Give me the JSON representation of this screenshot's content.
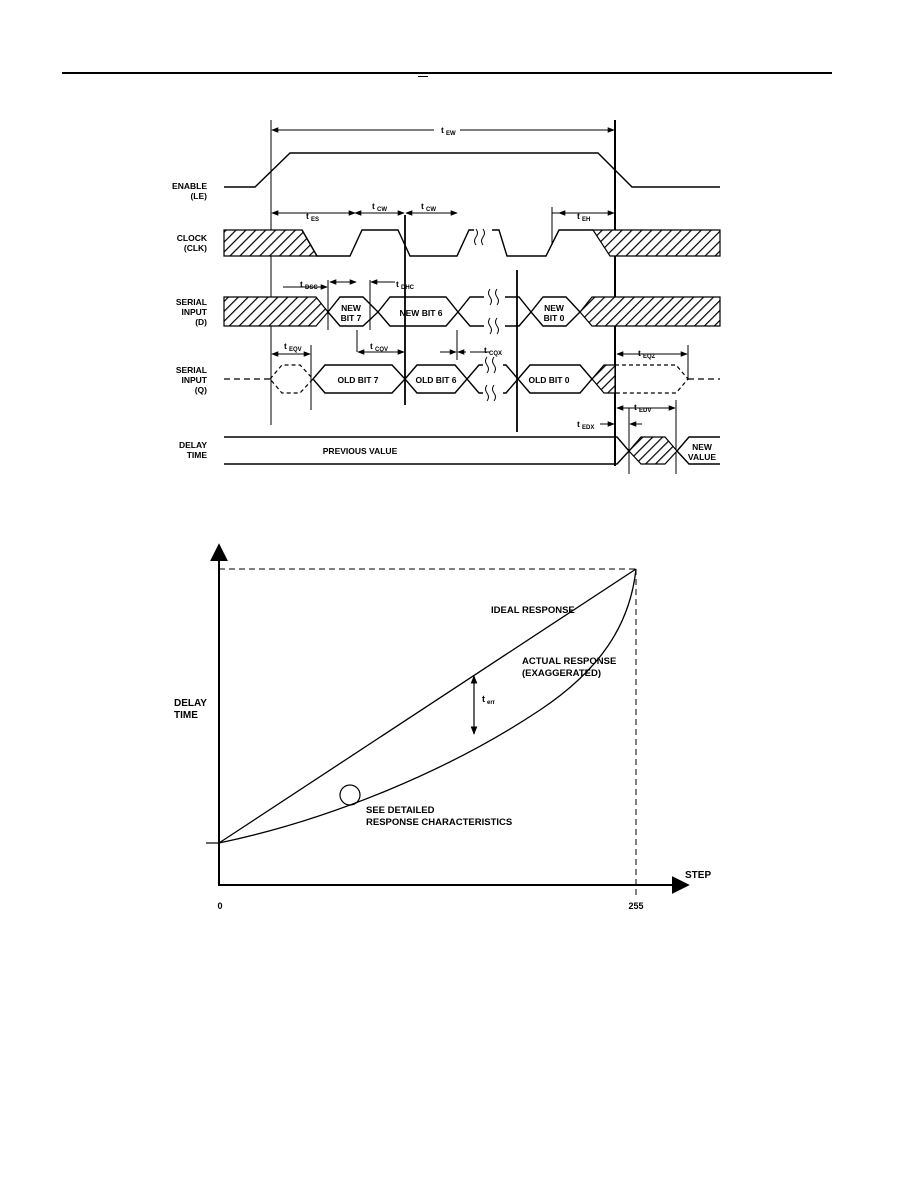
{
  "timing": {
    "signals": {
      "enable": [
        "ENABLE",
        "(LE)"
      ],
      "clock": [
        "CLOCK",
        "(CLK)"
      ],
      "serial_d": [
        "SERIAL",
        "INPUT",
        "(D)"
      ],
      "serial_q": [
        "SERIAL",
        "INPUT",
        "(Q)"
      ],
      "delay": [
        "DELAY",
        "TIME"
      ]
    },
    "params": {
      "tew": [
        "t",
        "EW"
      ],
      "tes": [
        "t",
        "ES"
      ],
      "tcw1": [
        "t",
        "CW"
      ],
      "tcw2": [
        "t",
        "CW"
      ],
      "teh": [
        "t",
        "EH"
      ],
      "tdsc": [
        "t",
        "DSC"
      ],
      "tdhc": [
        "t",
        "DHC"
      ],
      "tcqv": [
        "t",
        "CQV"
      ],
      "tcqx": [
        "t",
        "CQX"
      ],
      "teqv": [
        "t",
        "EQV"
      ],
      "teqz": [
        "t",
        "EQZ"
      ],
      "tedv": [
        "t",
        "EDV"
      ],
      "tedx": [
        "t",
        "EDX"
      ]
    },
    "cells": {
      "new_bit_7": [
        "NEW",
        "BIT 7"
      ],
      "new_bit_6": "NEW BIT 6",
      "new_bit_0": [
        "NEW",
        "BIT 0"
      ],
      "old_bit_7": "OLD BIT 7",
      "old_bit_6": "OLD BIT 6",
      "old_bit_0": "OLD BIT 0",
      "previous_value": "PREVIOUS VALUE",
      "new_value": [
        "NEW",
        "VALUE"
      ]
    }
  },
  "transfer": {
    "y_label": [
      "DELAY",
      "TIME"
    ],
    "x_label": "STEP",
    "x_ticks": [
      "0",
      "255"
    ],
    "ideal_label": "IDEAL RESPONSE",
    "actual_label": [
      "ACTUAL RESPONSE",
      "(EXAGGERATED)"
    ],
    "error_label": [
      "t",
      "err"
    ],
    "detail_label": [
      "SEE DETAILED",
      "RESPONSE CHARACTERISTICS"
    ]
  }
}
